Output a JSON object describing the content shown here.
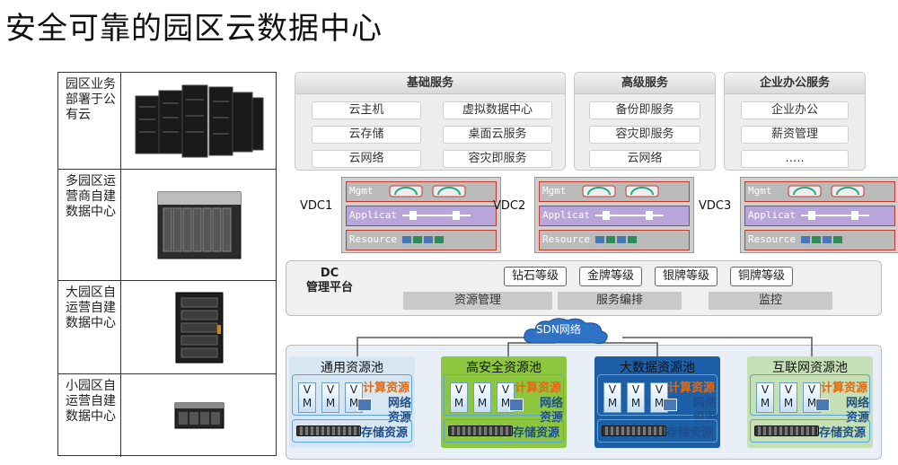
{
  "title": "安全可靠的园区云数据中心",
  "left_rows": [
    {
      "text": "园区业务部署于公有云"
    },
    {
      "text": "多园区运营商自建数据中心"
    },
    {
      "text": "大园区自运营自建数据中心"
    },
    {
      "text": "小园区自运营自建数据中心"
    }
  ],
  "services": [
    {
      "title": "基础服务",
      "items": [
        "云主机",
        "虚拟数据中心",
        "云存储",
        "桌面云服务",
        "云网络",
        "容灾即服务"
      ]
    },
    {
      "title": "高级服务",
      "items": [
        "备份即服务",
        "容灾即服务",
        "云网络"
      ]
    },
    {
      "title": "企业办公服务",
      "items": [
        "企业办公",
        "薪资管理",
        "….."
      ]
    }
  ],
  "vdcs": [
    {
      "label": "VDC1",
      "rows": [
        "Mgmt",
        "Applicat",
        "Resource"
      ]
    },
    {
      "label": "VDC2",
      "rows": [
        "Mgmt",
        "Applicat",
        "Resource"
      ]
    },
    {
      "label": "VDC3",
      "rows": [
        "Mgmt",
        "Applicat",
        "Resource"
      ]
    }
  ],
  "dc": {
    "title_line1": "DC",
    "title_line2": "管理平台",
    "levels": [
      "钻石等级",
      "金牌等级",
      "银牌等级",
      "铜牌等级"
    ],
    "bars": [
      "资源管理",
      "服务编排",
      "监控"
    ]
  },
  "sdn": "SDN网络",
  "pools": [
    {
      "title": "通用资源池",
      "bg": "#d6e6f3"
    },
    {
      "title": "高安全资源池",
      "bg": "#8dc63f"
    },
    {
      "title": "大数据资源池",
      "bg": "#1d5fa6"
    },
    {
      "title": "互联网资源池",
      "bg": "#c5e0b4"
    }
  ],
  "pool_labels": {
    "vm_v": "V",
    "vm_m": "M",
    "calc": "计算资源",
    "net1": "网络",
    "net2": "资源",
    "storage": "存储资源"
  },
  "colors": {
    "accent_red": "#c0392b",
    "calc_orange": "#e36a12",
    "blue": "#1f4e8c"
  }
}
